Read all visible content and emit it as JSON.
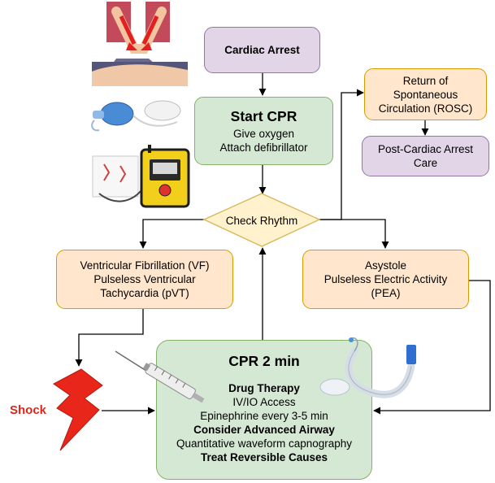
{
  "nodes": {
    "cardiac_arrest": "Cardiac Arrest",
    "start_cpr": {
      "title": "Start CPR",
      "line1": "Give oxygen",
      "line2": "Attach defibrillator"
    },
    "rosc": {
      "line1": "Return of",
      "line2": "Spontaneous",
      "line3": "Circulation (ROSC)"
    },
    "post_arrest": {
      "line1": "Post-Cardiac Arrest",
      "line2": "Care"
    },
    "check_rhythm": "Check Rhythm",
    "vf": {
      "line1": "Ventricular Fibrillation (VF)",
      "line2": "Pulseless Ventricular",
      "line3": "Tachycardia (pVT)"
    },
    "asystole": {
      "line1": "Asystole",
      "line2": "Pulseless Electric Activity",
      "line3": "(PEA)"
    },
    "cpr2": {
      "title": "CPR 2 min",
      "line1": "Drug Therapy",
      "line2": "IV/IO Access",
      "line3": "Epinephrine every 3-5 min",
      "line4": "Consider Advanced Airway",
      "line5": "Quantitative waveform capnography",
      "line6": "Treat Reversible Causes"
    },
    "shock": "Shock"
  },
  "colors": {
    "purple_fill": "#e1d5e7",
    "green_fill": "#d5e8d4",
    "orange_fill": "#ffe6cc",
    "diamond_fill": "#fff2cc",
    "shock_red": "#e0261b"
  },
  "images": [
    "cpr-compression-photo",
    "bag-valve-mask",
    "aed-defibrillator",
    "syringe",
    "endotracheal-tube",
    "lightning-bolt-icon"
  ]
}
